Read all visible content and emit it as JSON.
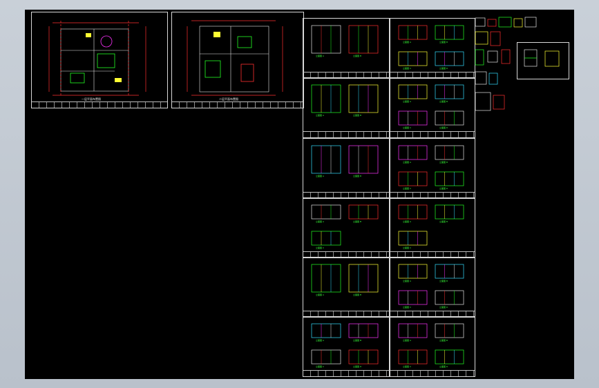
{
  "app": {
    "viewport_background": "#000000",
    "frame_background": "#c4cbd3"
  },
  "colors": {
    "line_white": "#e6e6e6",
    "line_red": "#ff3030",
    "line_green": "#22ff22",
    "line_yellow": "#ffff33",
    "line_cyan": "#33e0ff",
    "line_magenta": "#ff33ff"
  },
  "floor_plans": [
    {
      "id": "plan-1",
      "title": "一层平面布置图"
    },
    {
      "id": "plan-2",
      "title": "二层平面布置图"
    }
  ],
  "elevation_sheets": [
    {
      "id": "sheet-a1",
      "views": [
        "立面图 A",
        "立面图 B"
      ]
    },
    {
      "id": "sheet-b1",
      "views": [
        "立面图 A",
        "立面图 B",
        "立面图 C",
        "立面图 D"
      ]
    },
    {
      "id": "sheet-a2",
      "views": [
        "立面图 A",
        "立面图 B"
      ]
    },
    {
      "id": "sheet-b2",
      "views": [
        "立面图 A",
        "立面图 B",
        "立面图 C",
        "立面图 D"
      ]
    },
    {
      "id": "sheet-a3",
      "views": [
        "立面图 A",
        "立面图 B"
      ]
    },
    {
      "id": "sheet-b3",
      "views": [
        "立面图 A",
        "立面图 B",
        "立面图 C",
        "立面图 D"
      ]
    },
    {
      "id": "sheet-a4",
      "views": [
        "立面图 A",
        "立面图 B",
        "立面图 C"
      ]
    },
    {
      "id": "sheet-b4",
      "views": [
        "立面图 A",
        "立面图 B",
        "立面图 C"
      ]
    },
    {
      "id": "sheet-a5",
      "views": [
        "立面图 A",
        "立面图 B"
      ]
    },
    {
      "id": "sheet-b5",
      "views": [
        "立面图 A",
        "立面图 B",
        "立面图 C",
        "立面图 D"
      ]
    },
    {
      "id": "sheet-a6",
      "views": [
        "立面图 A",
        "立面图 B",
        "立面图 C",
        "立面图 D"
      ]
    },
    {
      "id": "sheet-b6",
      "views": [
        "立面图 A",
        "立面图 B",
        "立面图 C",
        "立面图 D"
      ]
    }
  ]
}
